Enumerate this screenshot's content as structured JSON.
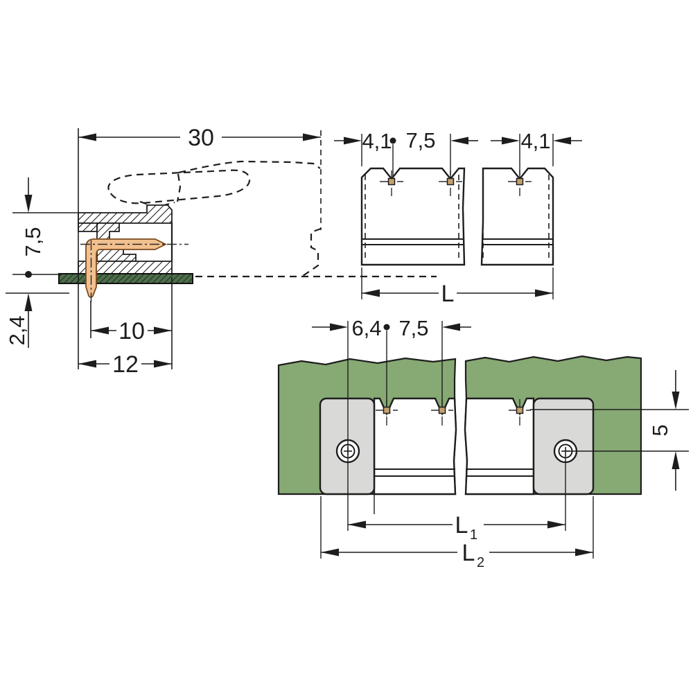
{
  "colors": {
    "line": "#1d1d1d",
    "pcb_green": "#87a974",
    "pcb_section_green": "#4f6d4b",
    "pcb_hatch": "#13291a",
    "copper": "#f2c08e",
    "copper_edge": "#7a4a1e",
    "flange_gray": "#d9dad8",
    "pin_tan": "#c3a06c",
    "background": "#ffffff"
  },
  "views": {
    "side_section": {
      "dims": {
        "total": "30",
        "height": "7,5",
        "pin_length": "2,4",
        "pin_to_face": "10",
        "housing_depth": "12"
      }
    },
    "front": {
      "dims": {
        "end_left": "4,1",
        "pitch": "7,5",
        "end_right": "4,1",
        "length": "L"
      }
    },
    "board": {
      "dims": {
        "screw_to_pin": "6,4",
        "pitch": "7,5",
        "row_offset": "5",
        "l1_base": "L",
        "l1_sub": "1",
        "l2_base": "L",
        "l2_sub": "2"
      }
    }
  }
}
